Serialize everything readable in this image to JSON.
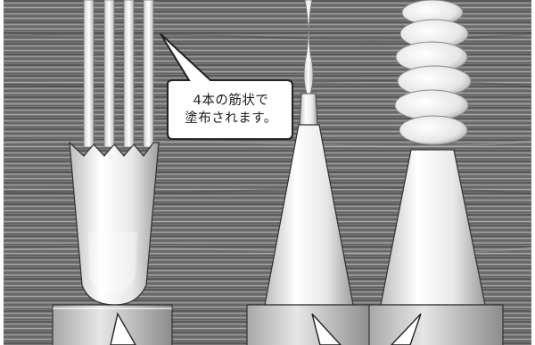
{
  "callout": {
    "line1": "4本の筋状で",
    "line2": "塗布されます。"
  },
  "colors": {
    "wood_dark": "#5e5e5e",
    "wood_light": "#9a9a9a",
    "nozzle_light": "#f2f2f2",
    "nozzle_shade": "#c8c8c8",
    "outline": "#222222"
  },
  "icons": {
    "speech_bubble": "callout-bubble",
    "pointer": "arrow-pointer"
  }
}
